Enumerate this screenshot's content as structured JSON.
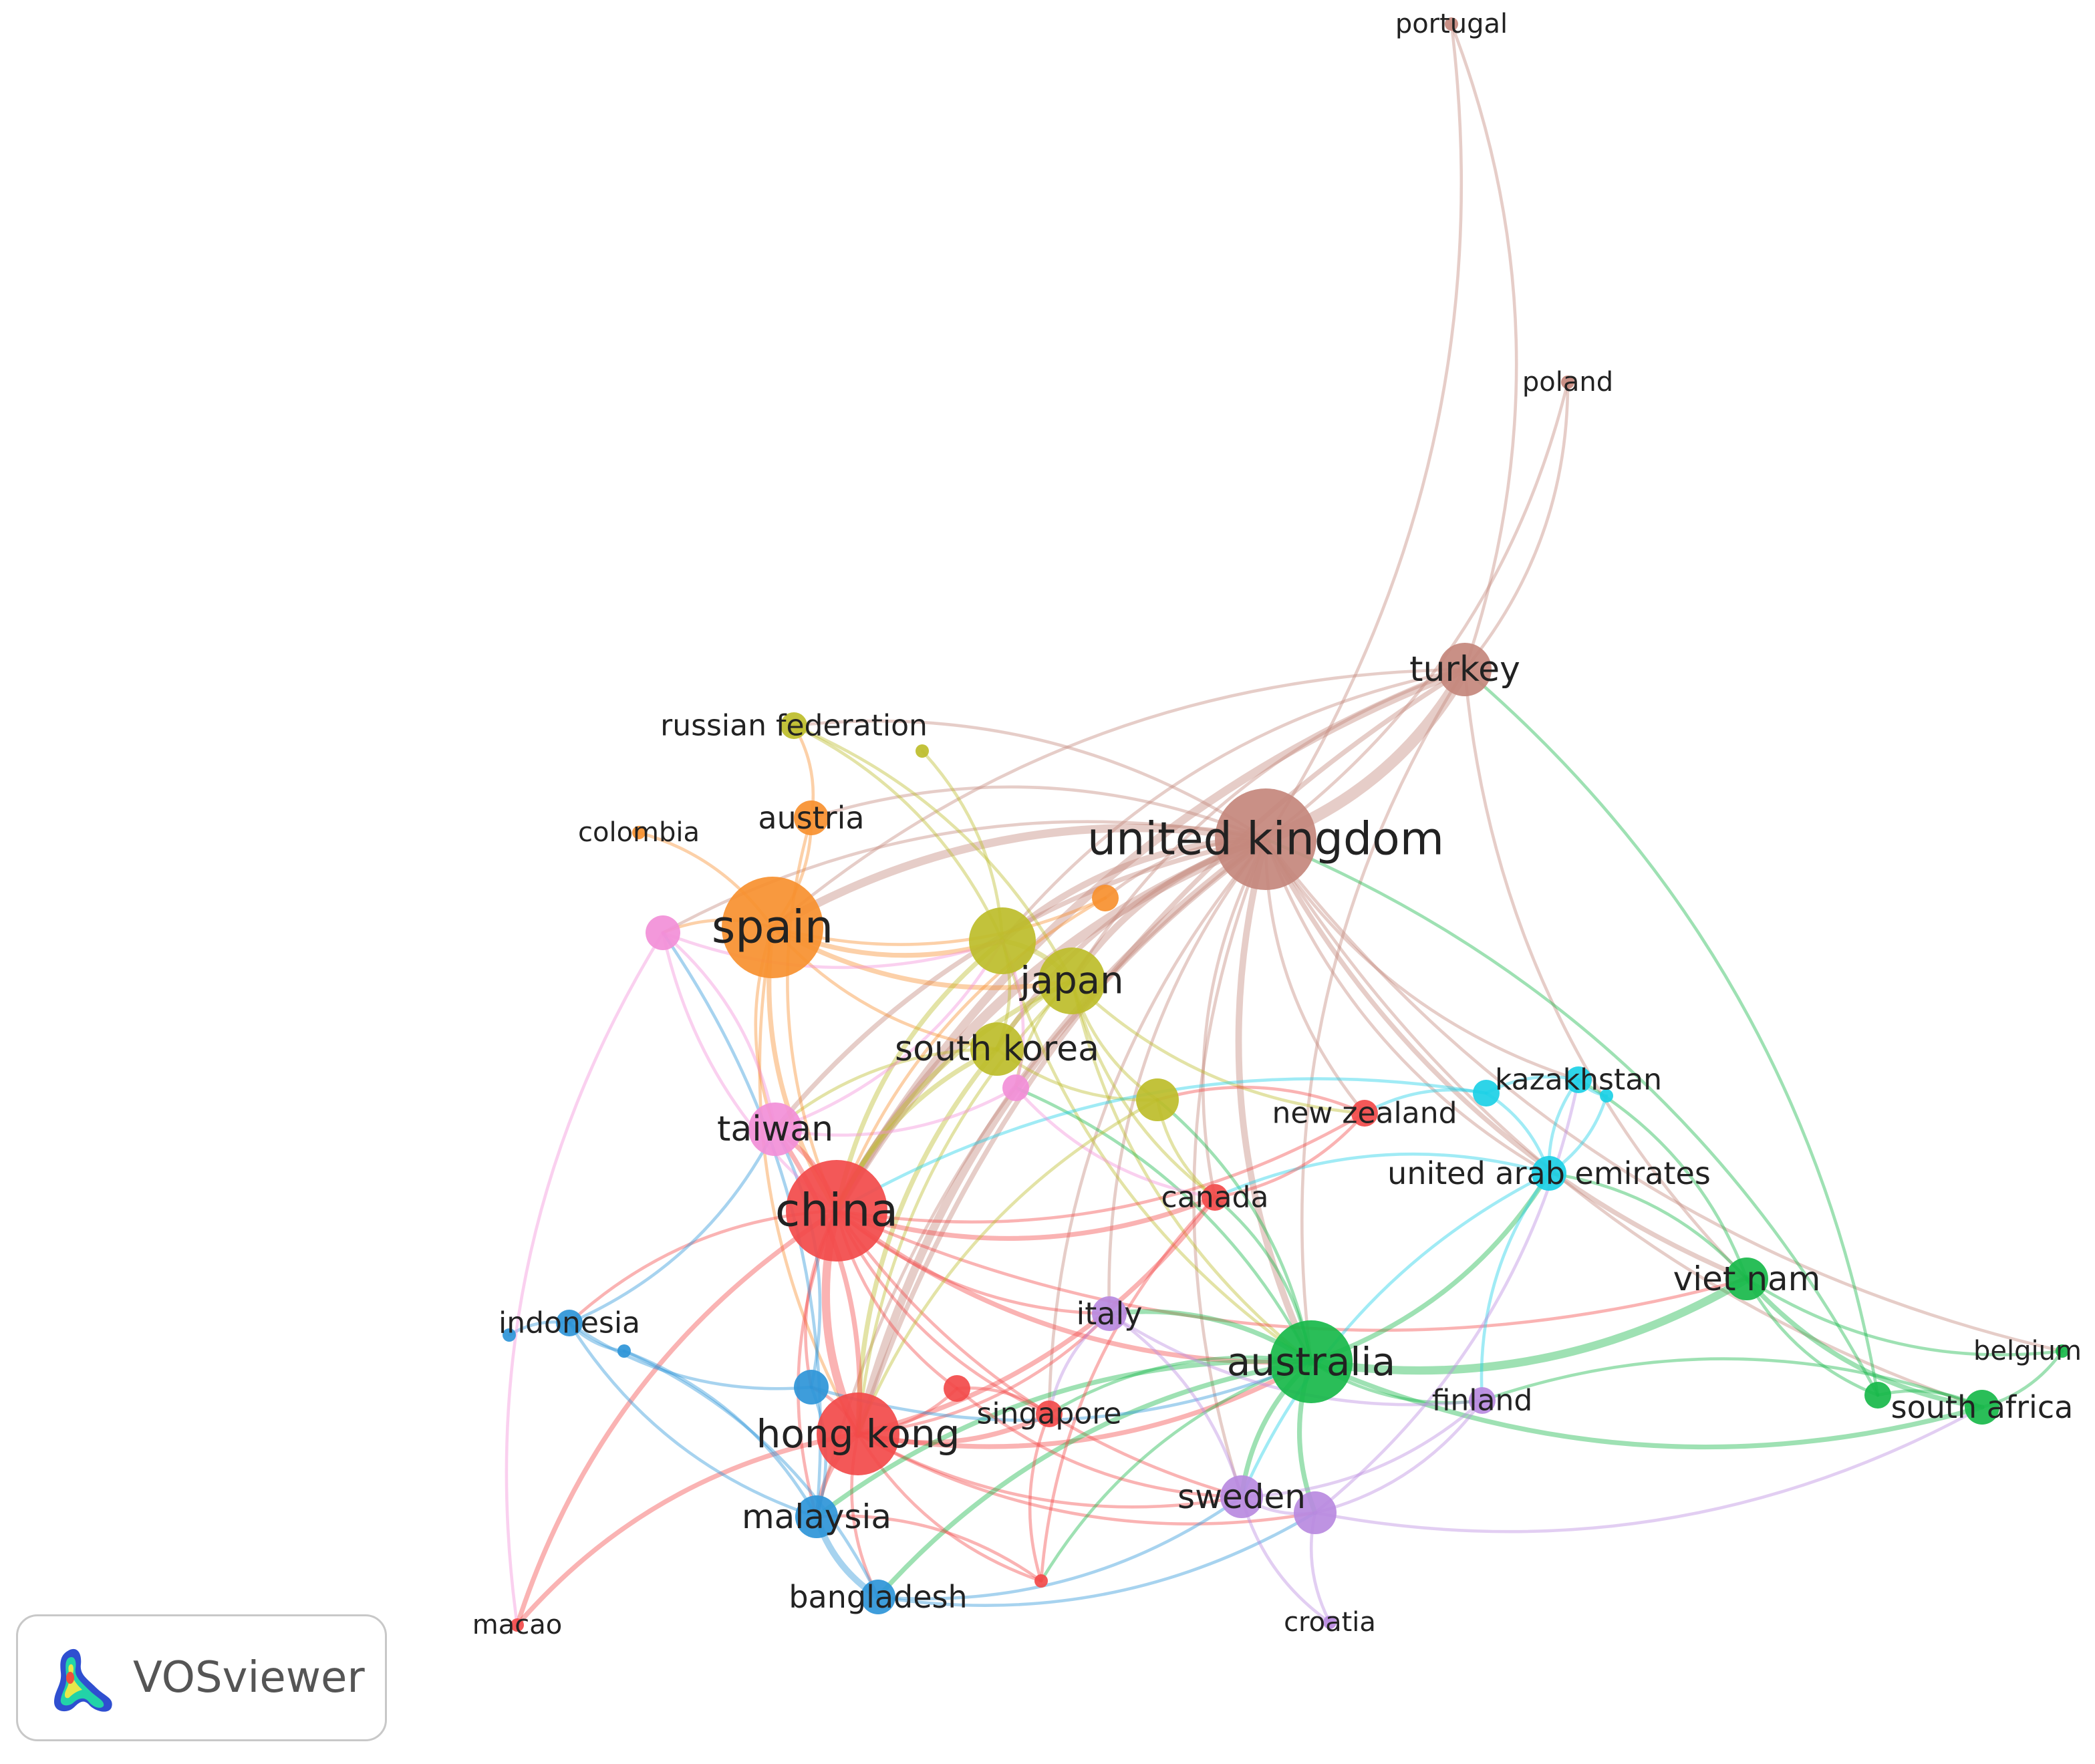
{
  "palette": {
    "red": "#f24a4a",
    "orange": "#f7902f",
    "olive": "#bdbd2a",
    "pink": "#f28fd8",
    "brown": "#c4877c",
    "green": "#18b84a",
    "blue": "#2e95d8",
    "cyan": "#1cd0e6",
    "purple": "#b98ae0"
  },
  "nodes": [
    {
      "id": "united_kingdom",
      "label": "united kingdom",
      "cluster": "brown",
      "size": 9
    },
    {
      "id": "turkey",
      "label": "turkey",
      "cluster": "brown",
      "size": 5
    },
    {
      "id": "poland",
      "label": "poland",
      "cluster": "brown",
      "size": 1
    },
    {
      "id": "portugal",
      "label": "portugal",
      "cluster": "brown",
      "size": 1
    },
    {
      "id": "spain",
      "label": "spain",
      "cluster": "orange",
      "size": 9
    },
    {
      "id": "austria",
      "label": "austria",
      "cluster": "orange",
      "size": 3
    },
    {
      "id": "colombia",
      "label": "colombia",
      "cluster": "orange",
      "size": 1
    },
    {
      "id": "orange_unlabeled",
      "label": "",
      "cluster": "orange",
      "size": 2
    },
    {
      "id": "japan",
      "label": "japan",
      "cluster": "olive",
      "size": 6
    },
    {
      "id": "south_korea",
      "label": "south korea",
      "cluster": "olive",
      "size": 5
    },
    {
      "id": "russian_federation",
      "label": "russian federation",
      "cluster": "olive",
      "size": 2
    },
    {
      "id": "olive_a",
      "label": "",
      "cluster": "olive",
      "size": 6
    },
    {
      "id": "olive_b",
      "label": "",
      "cluster": "olive",
      "size": 4
    },
    {
      "id": "olive_c",
      "label": "",
      "cluster": "olive",
      "size": 1
    },
    {
      "id": "taiwan",
      "label": "taiwan",
      "cluster": "pink",
      "size": 5
    },
    {
      "id": "pink_a",
      "label": "",
      "cluster": "pink",
      "size": 3
    },
    {
      "id": "pink_b",
      "label": "",
      "cluster": "pink",
      "size": 2
    },
    {
      "id": "china",
      "label": "china",
      "cluster": "red",
      "size": 9
    },
    {
      "id": "hong_kong",
      "label": "hong kong",
      "cluster": "red",
      "size": 7
    },
    {
      "id": "new_zealand",
      "label": "new zealand",
      "cluster": "red",
      "size": 2
    },
    {
      "id": "canada",
      "label": "canada",
      "cluster": "red",
      "size": 2
    },
    {
      "id": "singapore",
      "label": "singapore",
      "cluster": "red",
      "size": 2
    },
    {
      "id": "macao",
      "label": "macao",
      "cluster": "red",
      "size": 1
    },
    {
      "id": "red_a",
      "label": "",
      "cluster": "red",
      "size": 2
    },
    {
      "id": "red_b",
      "label": "",
      "cluster": "red",
      "size": 1
    },
    {
      "id": "australia",
      "label": "australia",
      "cluster": "green",
      "size": 7
    },
    {
      "id": "viet_nam",
      "label": "viet nam",
      "cluster": "green",
      "size": 4
    },
    {
      "id": "south_africa",
      "label": "south africa",
      "cluster": "green",
      "size": 3
    },
    {
      "id": "belgium",
      "label": "belgium",
      "cluster": "green",
      "size": 1
    },
    {
      "id": "green_a",
      "label": "",
      "cluster": "green",
      "size": 2
    },
    {
      "id": "kazakhstan",
      "label": "kazakhstan",
      "cluster": "cyan",
      "size": 2
    },
    {
      "id": "united_arab_emirates",
      "label": "united arab emirates",
      "cluster": "cyan",
      "size": 3
    },
    {
      "id": "cyan_a",
      "label": "",
      "cluster": "cyan",
      "size": 2
    },
    {
      "id": "cyan_b",
      "label": "",
      "cluster": "cyan",
      "size": 1
    },
    {
      "id": "indonesia",
      "label": "indonesia",
      "cluster": "blue",
      "size": 2
    },
    {
      "id": "malaysia",
      "label": "malaysia",
      "cluster": "blue",
      "size": 4
    },
    {
      "id": "bangladesh",
      "label": "bangladesh",
      "cluster": "blue",
      "size": 3
    },
    {
      "id": "blue_a",
      "label": "",
      "cluster": "blue",
      "size": 3
    },
    {
      "id": "blue_b",
      "label": "",
      "cluster": "blue",
      "size": 1
    },
    {
      "id": "blue_c",
      "label": "",
      "cluster": "blue",
      "size": 1
    },
    {
      "id": "italy",
      "label": "italy",
      "cluster": "purple",
      "size": 3
    },
    {
      "id": "sweden",
      "label": "sweden",
      "cluster": "purple",
      "size": 4
    },
    {
      "id": "finland",
      "label": "finland",
      "cluster": "purple",
      "size": 2
    },
    {
      "id": "croatia",
      "label": "croatia",
      "cluster": "purple",
      "size": 1
    },
    {
      "id": "purple_a",
      "label": "",
      "cluster": "purple",
      "size": 4
    }
  ],
  "links": [
    [
      "united_kingdom",
      "turkey",
      6
    ],
    [
      "united_kingdom",
      "spain",
      4
    ],
    [
      "united_kingdom",
      "china",
      5
    ],
    [
      "united_kingdom",
      "hong_kong",
      4
    ],
    [
      "united_kingdom",
      "japan",
      3
    ],
    [
      "united_kingdom",
      "south_korea",
      2
    ],
    [
      "united_kingdom",
      "olive_a",
      3
    ],
    [
      "united_kingdom",
      "australia",
      3
    ],
    [
      "united_kingdom",
      "viet_nam",
      2
    ],
    [
      "united_kingdom",
      "south_africa",
      1
    ],
    [
      "united_kingdom",
      "belgium",
      1
    ],
    [
      "united_kingdom",
      "poland",
      1
    ],
    [
      "united_kingdom",
      "portugal",
      1
    ],
    [
      "united_kingdom",
      "taiwan",
      2
    ],
    [
      "united_kingdom",
      "pink_a",
      1
    ],
    [
      "united_kingdom",
      "malaysia",
      1
    ],
    [
      "united_kingdom",
      "kazakhstan",
      1
    ],
    [
      "united_kingdom",
      "united_arab_emirates",
      1
    ],
    [
      "united_kingdom",
      "new_zealand",
      1
    ],
    [
      "united_kingdom",
      "canada",
      1
    ],
    [
      "united_kingdom",
      "sweden",
      1
    ],
    [
      "united_kingdom",
      "italy",
      1
    ],
    [
      "united_kingdom",
      "austria",
      1
    ],
    [
      "united_kingdom",
      "russian_federation",
      1
    ],
    [
      "united_kingdom",
      "orange_unlabeled",
      1
    ],
    [
      "united_kingdom",
      "singapore",
      1
    ],
    [
      "turkey",
      "china",
      4
    ],
    [
      "turkey",
      "hong_kong",
      2
    ],
    [
      "turkey",
      "poland",
      1
    ],
    [
      "turkey",
      "portugal",
      1
    ],
    [
      "turkey",
      "spain",
      1
    ],
    [
      "turkey",
      "viet_nam",
      1
    ],
    [
      "turkey",
      "australia",
      1
    ],
    [
      "turkey",
      "olive_a",
      1
    ],
    [
      "turkey",
      "japan",
      1
    ],
    [
      "spain",
      "china",
      2
    ],
    [
      "spain",
      "austria",
      1
    ],
    [
      "spain",
      "colombia",
      1
    ],
    [
      "spain",
      "olive_a",
      2
    ],
    [
      "spain",
      "japan",
      2
    ],
    [
      "spain",
      "taiwan",
      1
    ],
    [
      "spain",
      "hong_kong",
      1
    ],
    [
      "spain",
      "pink_a",
      1
    ],
    [
      "spain",
      "south_korea",
      1
    ],
    [
      "spain",
      "orange_unlabeled",
      1
    ],
    [
      "japan",
      "south_korea",
      2
    ],
    [
      "japan",
      "china",
      2
    ],
    [
      "japan",
      "olive_a",
      2
    ],
    [
      "japan",
      "olive_b",
      1
    ],
    [
      "japan",
      "russian_federation",
      1
    ],
    [
      "japan",
      "hong_kong",
      1
    ],
    [
      "japan",
      "australia",
      1
    ],
    [
      "japan",
      "new_zealand",
      1
    ],
    [
      "japan",
      "canada",
      1
    ],
    [
      "japan",
      "pink_b",
      1
    ],
    [
      "south_korea",
      "china",
      2
    ],
    [
      "south_korea",
      "hong_kong",
      2
    ],
    [
      "south_korea",
      "olive_b",
      1
    ],
    [
      "south_korea",
      "taiwan",
      1
    ],
    [
      "south_korea",
      "olive_a",
      1
    ],
    [
      "olive_a",
      "russian_federation",
      1
    ],
    [
      "olive_a",
      "china",
      2
    ],
    [
      "olive_a",
      "olive_c",
      1
    ],
    [
      "olive_a",
      "australia",
      1
    ],
    [
      "china",
      "hong_kong",
      4
    ],
    [
      "china",
      "taiwan",
      2
    ],
    [
      "china",
      "macao",
      2
    ],
    [
      "china",
      "australia",
      2
    ],
    [
      "china",
      "canada",
      2
    ],
    [
      "china",
      "malaysia",
      1
    ],
    [
      "china",
      "indonesia",
      1
    ],
    [
      "china",
      "singapore",
      1
    ],
    [
      "china",
      "new_zealand",
      1
    ],
    [
      "china",
      "viet_nam",
      1
    ],
    [
      "china",
      "sweden",
      1
    ],
    [
      "china",
      "red_a",
      1
    ],
    [
      "china",
      "blue_a",
      1
    ],
    [
      "china",
      "italy",
      1
    ],
    [
      "hong_kong",
      "australia",
      2
    ],
    [
      "hong_kong",
      "taiwan",
      2
    ],
    [
      "hong_kong",
      "malaysia",
      2
    ],
    [
      "hong_kong",
      "bangladesh",
      1
    ],
    [
      "hong_kong",
      "macao",
      2
    ],
    [
      "hong_kong",
      "singapore",
      2
    ],
    [
      "hong_kong",
      "canada",
      2
    ],
    [
      "hong_kong",
      "red_b",
      1
    ],
    [
      "hong_kong",
      "sweden",
      1
    ],
    [
      "hong_kong",
      "blue_a",
      1
    ],
    [
      "hong_kong",
      "red_a",
      1
    ],
    [
      "hong_kong",
      "italy",
      1
    ],
    [
      "hong_kong",
      "purple_a",
      1
    ],
    [
      "australia",
      "viet_nam",
      4
    ],
    [
      "australia",
      "south_africa",
      2
    ],
    [
      "australia",
      "sweden",
      2
    ],
    [
      "australia",
      "italy",
      2
    ],
    [
      "australia",
      "united_arab_emirates",
      2
    ],
    [
      "australia",
      "malaysia",
      2
    ],
    [
      "australia",
      "bangladesh",
      2
    ],
    [
      "australia",
      "canada",
      1
    ],
    [
      "australia",
      "finland",
      1
    ],
    [
      "australia",
      "purple_a",
      2
    ],
    [
      "australia",
      "red_b",
      1
    ],
    [
      "australia",
      "singapore",
      1
    ],
    [
      "australia",
      "olive_b",
      1
    ],
    [
      "australia",
      "pink_b",
      1
    ],
    [
      "viet_nam",
      "south_africa",
      2
    ],
    [
      "viet_nam",
      "belgium",
      1
    ],
    [
      "viet_nam",
      "green_a",
      1
    ],
    [
      "viet_nam",
      "kazakhstan",
      1
    ],
    [
      "viet_nam",
      "united_arab_emirates",
      1
    ],
    [
      "south_africa",
      "green_a",
      1
    ],
    [
      "south_africa",
      "belgium",
      1
    ],
    [
      "south_africa",
      "finland",
      1
    ],
    [
      "green_a",
      "united_kingdom",
      1
    ],
    [
      "green_a",
      "turkey",
      1
    ],
    [
      "kazakhstan",
      "united_arab_emirates",
      1
    ],
    [
      "kazakhstan",
      "cyan_a",
      1
    ],
    [
      "kazakhstan",
      "cyan_b",
      1
    ],
    [
      "united_arab_emirates",
      "cyan_a",
      1
    ],
    [
      "united_arab_emirates",
      "cyan_b",
      1
    ],
    [
      "united_arab_emirates",
      "canada",
      1
    ],
    [
      "united_arab_emirates",
      "sweden",
      1
    ],
    [
      "united_arab_emirates",
      "finland",
      1
    ],
    [
      "cyan_a",
      "china",
      1
    ],
    [
      "cyan_a",
      "new_zealand",
      1
    ],
    [
      "indonesia",
      "malaysia",
      1
    ],
    [
      "indonesia",
      "blue_b",
      1
    ],
    [
      "indonesia",
      "blue_c",
      1
    ],
    [
      "indonesia",
      "blue_a",
      1
    ],
    [
      "indonesia",
      "taiwan",
      1
    ],
    [
      "malaysia",
      "bangladesh",
      3
    ],
    [
      "malaysia",
      "blue_a",
      1
    ],
    [
      "malaysia",
      "pink_a",
      1
    ],
    [
      "malaysia",
      "blue_c",
      1
    ],
    [
      "bangladesh",
      "blue_c",
      1
    ],
    [
      "bangladesh",
      "sweden",
      1
    ],
    [
      "bangladesh",
      "purple_a",
      1
    ],
    [
      "blue_a",
      "taiwan",
      1
    ],
    [
      "blue_a",
      "australia",
      1
    ],
    [
      "sweden",
      "italy",
      1
    ],
    [
      "sweden",
      "croatia",
      1
    ],
    [
      "sweden",
      "purple_a",
      1
    ],
    [
      "sweden",
      "finland",
      1
    ],
    [
      "purple_a",
      "croatia",
      1
    ],
    [
      "purple_a",
      "finland",
      1
    ],
    [
      "purple_a",
      "south_africa",
      1
    ],
    [
      "purple_a",
      "kazakhstan",
      1
    ],
    [
      "italy",
      "singapore",
      1
    ],
    [
      "italy",
      "finland",
      1
    ],
    [
      "taiwan",
      "pink_a",
      1
    ],
    [
      "taiwan",
      "pink_b",
      1
    ],
    [
      "taiwan",
      "olive_a",
      1
    ],
    [
      "pink_a",
      "china",
      1
    ],
    [
      "pink_a",
      "macao",
      1
    ],
    [
      "pink_a",
      "olive_a",
      1
    ],
    [
      "pink_b",
      "olive_a",
      1
    ],
    [
      "pink_b",
      "canada",
      1
    ],
    [
      "canada",
      "new_zealand",
      1
    ],
    [
      "canada",
      "red_b",
      1
    ],
    [
      "new_zealand",
      "olive_b",
      1
    ],
    [
      "singapore",
      "red_a",
      1
    ],
    [
      "singapore",
      "red_b",
      1
    ],
    [
      "red_a",
      "sweden",
      1
    ],
    [
      "red_b",
      "malaysia",
      1
    ],
    [
      "olive_b",
      "canada",
      1
    ],
    [
      "olive_b",
      "hong_kong",
      1
    ],
    [
      "austria",
      "russian_federation",
      1
    ],
    [
      "austria",
      "china",
      1
    ],
    [
      "orange_unlabeled",
      "china",
      1
    ]
  ],
  "logo": {
    "text": "VOSviewer",
    "icon": "vosviewer-logo-icon"
  }
}
